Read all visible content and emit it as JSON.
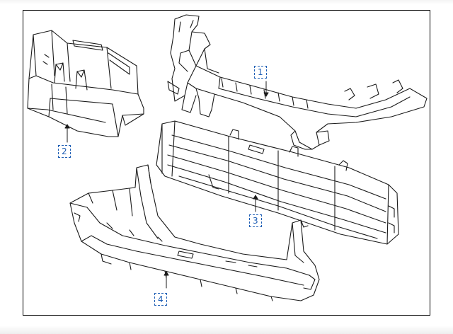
{
  "figure": {
    "callouts": [
      {
        "id": "1",
        "label": "1"
      },
      {
        "id": "2",
        "label": "2"
      },
      {
        "id": "3",
        "label": "3"
      },
      {
        "id": "4",
        "label": "4"
      }
    ],
    "line_color": "#1a1a1a",
    "callout_color": "#1f5fb5"
  }
}
